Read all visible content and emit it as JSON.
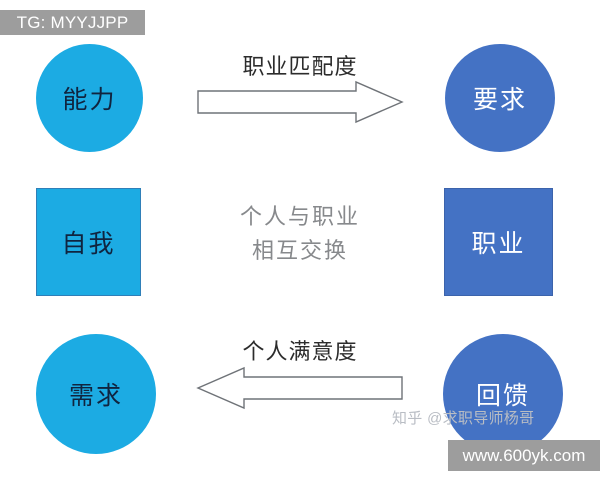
{
  "overlays": {
    "tag_badge": "TG: MYYJJPP",
    "url_badge": "www.600yk.com",
    "zhihu_watermark": "知乎 @求职导师杨哥"
  },
  "colors": {
    "cyan": "#1cabe3",
    "blue": "#4472c4",
    "badge_gray": "#9d9d9d",
    "center_text_gray": "#87898c",
    "arrow_outline": "#6f7378"
  },
  "nodes": [
    {
      "id": "ability",
      "label": "能力",
      "shape": "circle",
      "fill": "cyan",
      "text": "dark"
    },
    {
      "id": "require",
      "label": "要求",
      "shape": "circle",
      "fill": "blue",
      "text": "light"
    },
    {
      "id": "self",
      "label": "自我",
      "shape": "square",
      "fill": "cyan",
      "text": "dark"
    },
    {
      "id": "career",
      "label": "职业",
      "shape": "square",
      "fill": "blue",
      "text": "light"
    },
    {
      "id": "need",
      "label": "需求",
      "shape": "circle",
      "fill": "cyan",
      "text": "dark"
    },
    {
      "id": "feedback",
      "label": "回馈",
      "shape": "circle",
      "fill": "blue",
      "text": "light"
    }
  ],
  "arrows": [
    {
      "id": "top",
      "label": "职业匹配度",
      "direction": "right",
      "from": "ability",
      "to": "require"
    },
    {
      "id": "bottom",
      "label": "个人满意度",
      "direction": "left",
      "from": "feedback",
      "to": "need"
    }
  ],
  "center": {
    "line1": "个人与职业",
    "line2": "相互交换"
  }
}
